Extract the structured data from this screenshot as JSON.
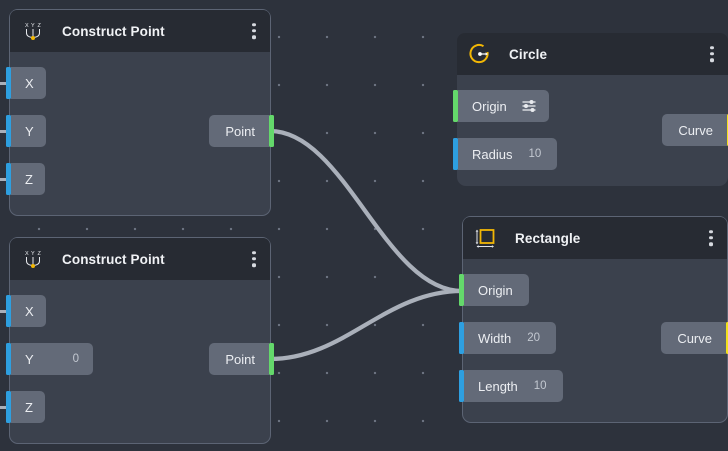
{
  "canvas": {
    "background_color": "#2d323c",
    "grid_dot_color": "#6b7280",
    "grid_spacing": 48
  },
  "colors": {
    "port_number": "#2e9fe0",
    "port_point": "#64d86b",
    "port_curve": "#f2e11c",
    "node_body": "#3b414d",
    "node_header": "#272b33",
    "chip": "#636a78",
    "wire": "#aab0ba",
    "icon_accent": "#f2b705"
  },
  "nodes": [
    {
      "id": "construct-point-1",
      "title": "Construct Point",
      "icon": "construct-point-icon",
      "menu_icon": "kebab-menu-icon",
      "inputs": [
        {
          "label": "X",
          "value": "",
          "port_color": "port_number"
        },
        {
          "label": "Y",
          "value": "",
          "port_color": "port_number"
        },
        {
          "label": "Z",
          "value": "",
          "port_color": "port_number"
        }
      ],
      "outputs": [
        {
          "label": "Point",
          "port_color": "port_point"
        }
      ]
    },
    {
      "id": "construct-point-2",
      "title": "Construct Point",
      "icon": "construct-point-icon",
      "menu_icon": "kebab-menu-icon",
      "inputs": [
        {
          "label": "X",
          "value": "",
          "port_color": "port_number"
        },
        {
          "label": "Y",
          "value": "0",
          "port_color": "port_number"
        },
        {
          "label": "Z",
          "value": "",
          "port_color": "port_number"
        }
      ],
      "outputs": [
        {
          "label": "Point",
          "port_color": "port_point"
        }
      ]
    },
    {
      "id": "circle",
      "title": "Circle",
      "icon": "circle-icon",
      "menu_icon": "kebab-menu-icon",
      "inputs": [
        {
          "label": "Origin",
          "value": "",
          "port_color": "port_point",
          "extra_icon": "sliders-icon"
        },
        {
          "label": "Radius",
          "value": "10",
          "port_color": "port_number"
        }
      ],
      "outputs": [
        {
          "label": "Curve",
          "port_color": "port_curve"
        }
      ]
    },
    {
      "id": "rectangle",
      "title": "Rectangle",
      "icon": "rectangle-icon",
      "menu_icon": "kebab-menu-icon",
      "inputs": [
        {
          "label": "Origin",
          "value": "",
          "port_color": "port_point"
        },
        {
          "label": "Width",
          "value": "20",
          "port_color": "port_number"
        },
        {
          "label": "Length",
          "value": "10",
          "port_color": "port_number"
        }
      ],
      "outputs": [
        {
          "label": "Curve",
          "port_color": "port_curve"
        }
      ]
    }
  ],
  "connections": [
    {
      "from": "construct-point-1.Point",
      "to": "rectangle.Origin"
    },
    {
      "from": "construct-point-2.Point",
      "to": "rectangle.Origin"
    }
  ]
}
